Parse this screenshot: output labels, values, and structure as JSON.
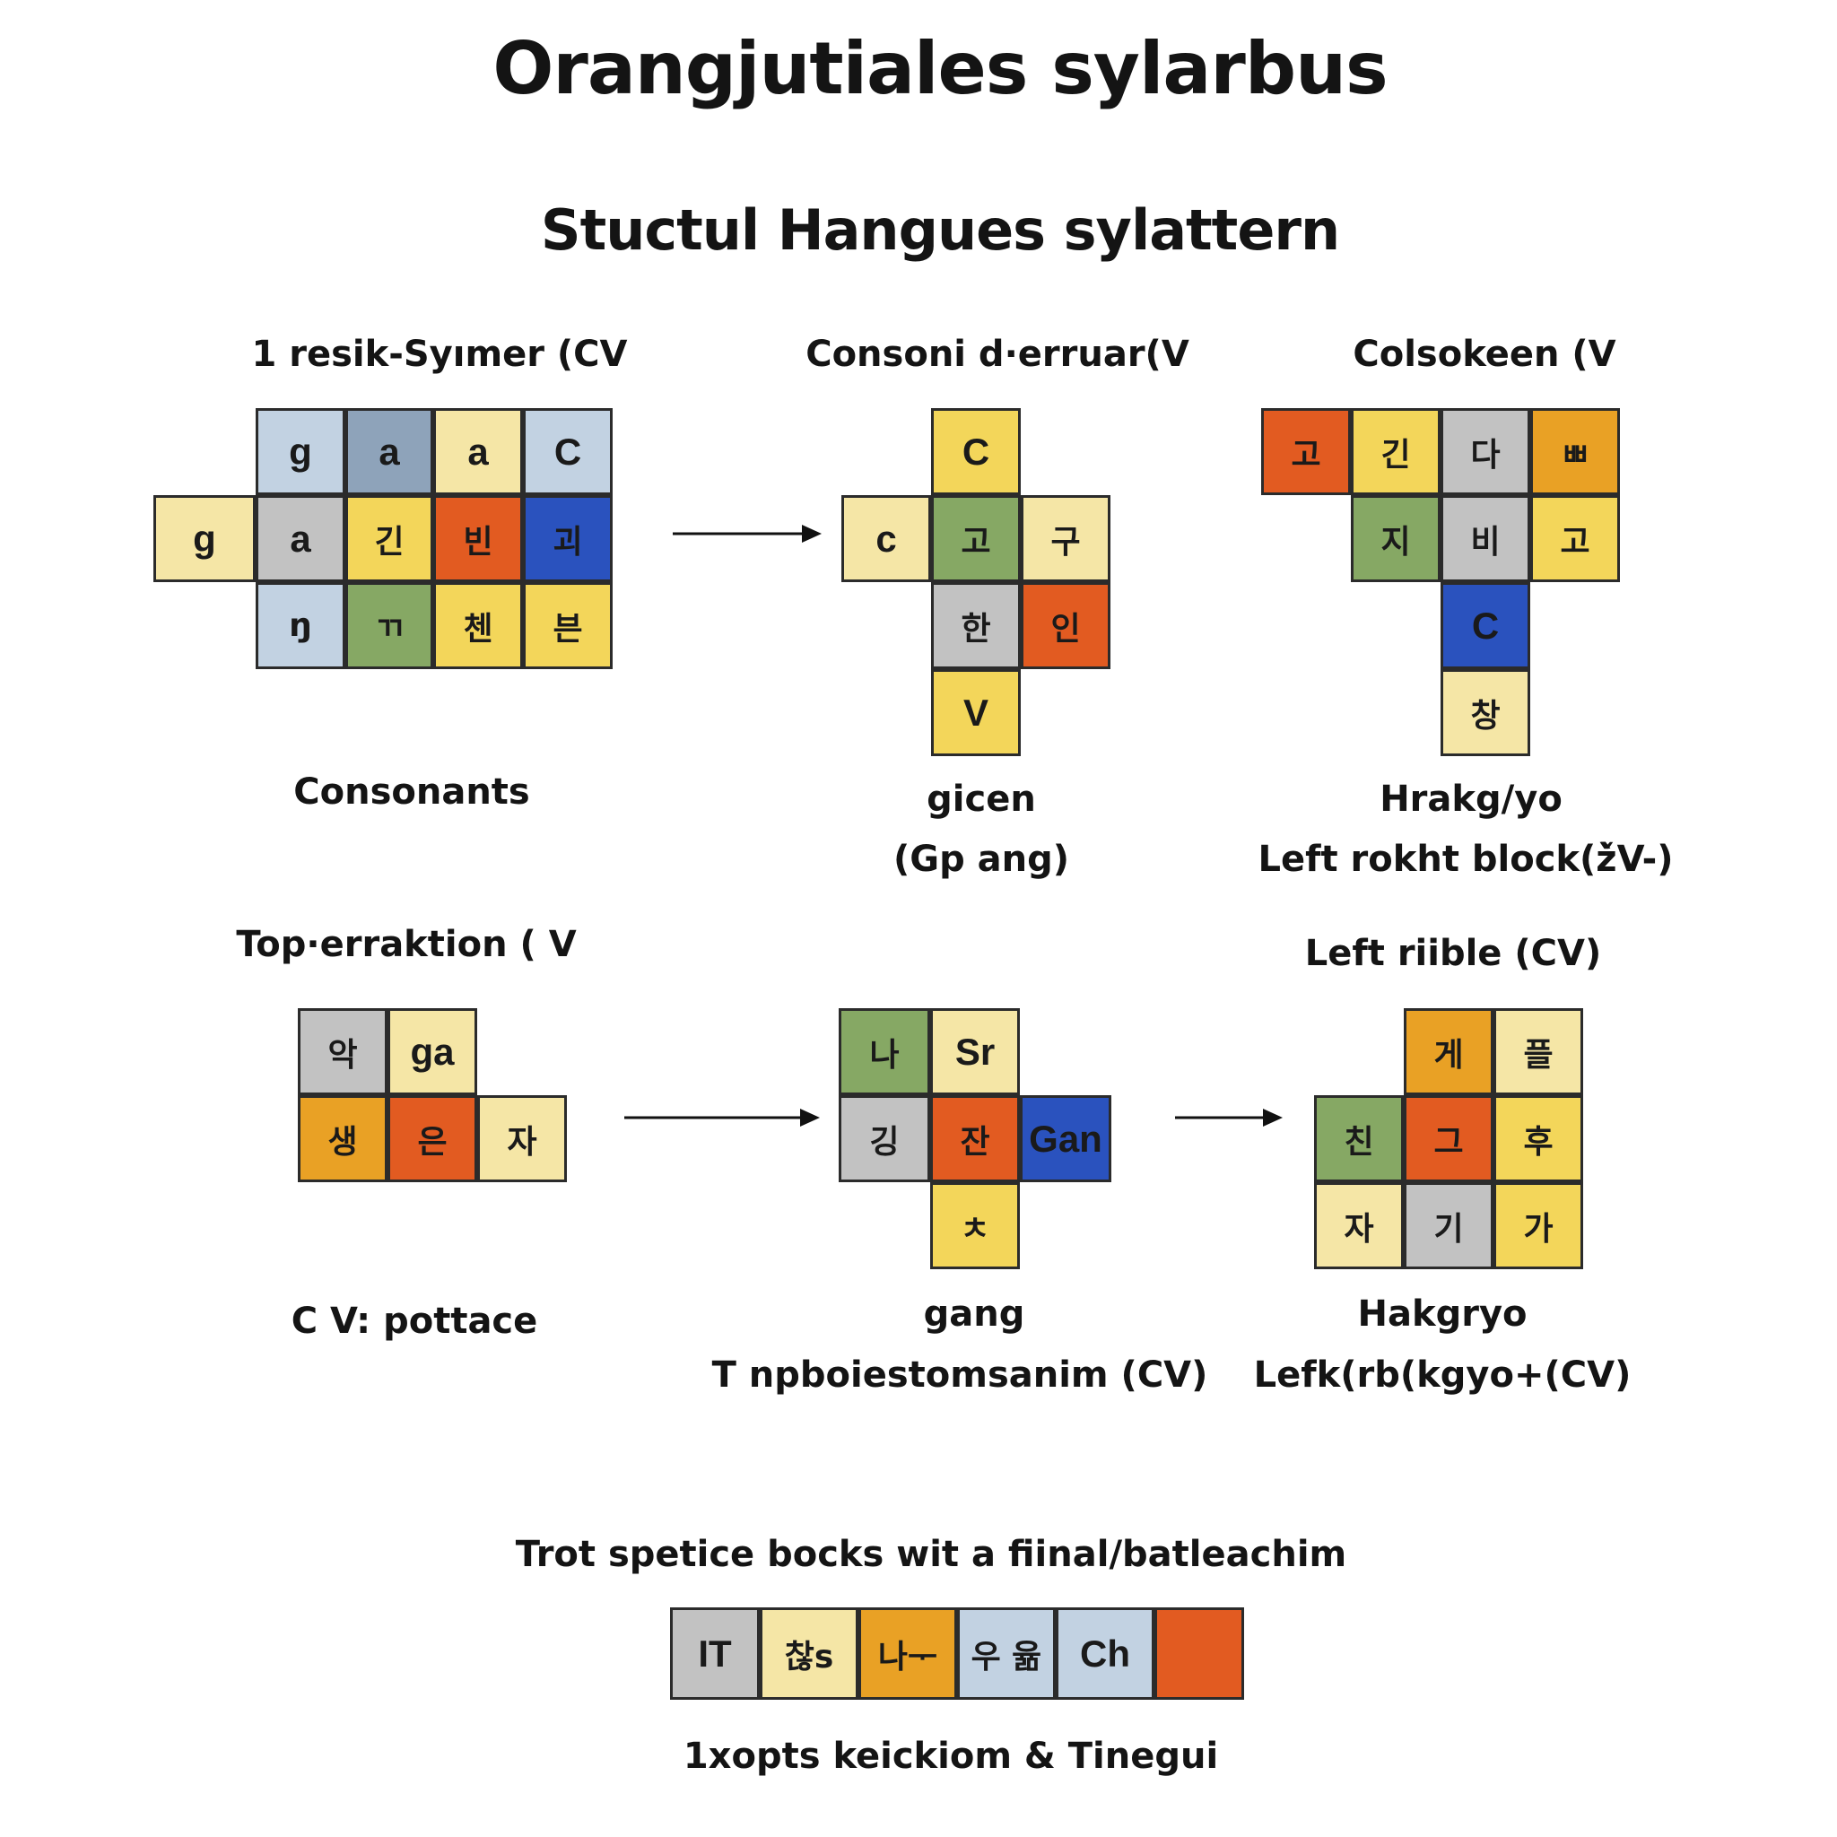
{
  "title": "Orangjutiales sylarbus",
  "subtitle": "Stuctul Hangues sylattern",
  "colors": {
    "ltblue": "#c2d2e2",
    "slate": "#8ea3ba",
    "cream": "#f5e6a6",
    "gray": "#c2c2c2",
    "yellow": "#f3d65a",
    "orange": "#e25b21",
    "blue": "#2a52be",
    "green": "#86a864",
    "amber": "#e9a125"
  },
  "panels": [
    {
      "heading": "1 resik-Syımer (CV",
      "captions": [
        "Consonants"
      ],
      "cells": [
        {
          "text": "g",
          "color": "ltblue"
        },
        {
          "text": "a",
          "color": "slate"
        },
        {
          "text": "a",
          "color": "cream"
        },
        {
          "text": "C",
          "color": "ltblue"
        },
        {
          "text": "g",
          "color": "cream"
        },
        {
          "text": "a",
          "color": "gray"
        },
        {
          "text": "긴",
          "color": "yellow"
        },
        {
          "text": "빈",
          "color": "orange"
        },
        {
          "text": "괴",
          "color": "blue"
        },
        {
          "text": "ŋ",
          "color": "ltblue"
        },
        {
          "text": "ㄲ",
          "color": "green"
        },
        {
          "text": "첸",
          "color": "yellow"
        },
        {
          "text": "븐",
          "color": "yellow"
        }
      ]
    },
    {
      "heading": "Consoni d·erruar(V",
      "captions": [
        "gicen",
        "(Gp ang)"
      ],
      "cells": [
        {
          "text": "C",
          "color": "yellow"
        },
        {
          "text": "c",
          "color": "cream"
        },
        {
          "text": "고",
          "color": "green"
        },
        {
          "text": "구",
          "color": "cream"
        },
        {
          "text": "한",
          "color": "gray"
        },
        {
          "text": "인",
          "color": "orange"
        },
        {
          "text": "V",
          "color": "yellow"
        }
      ]
    },
    {
      "heading": "Colsokeen (V",
      "captions": [
        "Hrakg/yo",
        "Left rokht block(ž̀V-)"
      ],
      "cells": [
        {
          "text": "고",
          "color": "orange"
        },
        {
          "text": "긴",
          "color": "yellow"
        },
        {
          "text": "다",
          "color": "gray"
        },
        {
          "text": "ㅃ",
          "color": "amber"
        },
        {
          "text": "지",
          "color": "green"
        },
        {
          "text": "비",
          "color": "gray"
        },
        {
          "text": "고",
          "color": "yellow"
        },
        {
          "text": "C",
          "color": "blue"
        },
        {
          "text": "창",
          "color": "cream"
        }
      ]
    },
    {
      "heading": "Top·erraktion ( V",
      "captions": [
        "C V: pottace"
      ],
      "cells": [
        {
          "text": "악",
          "color": "gray"
        },
        {
          "text": "ga",
          "color": "cream"
        },
        {
          "text": "생",
          "color": "amber"
        },
        {
          "text": "은",
          "color": "orange"
        },
        {
          "text": "자",
          "color": "cream"
        }
      ]
    },
    {
      "heading": "",
      "captions": [
        "gang",
        "T npboiestomsanim (CV)"
      ],
      "cells": [
        {
          "text": "나",
          "color": "green"
        },
        {
          "text": "Sr",
          "color": "cream"
        },
        {
          "text": "깅",
          "color": "gray"
        },
        {
          "text": "잔",
          "color": "orange"
        },
        {
          "text": "Gan",
          "color": "blue"
        },
        {
          "text": "ㅊ",
          "color": "yellow"
        }
      ]
    },
    {
      "heading": "Left riible (CV)",
      "captions": [
        "Hakgryo",
        "Lefk(rb(kgyo+(CV)"
      ],
      "cells": [
        {
          "text": "게",
          "color": "amber"
        },
        {
          "text": "플",
          "color": "cream"
        },
        {
          "text": "친",
          "color": "green"
        },
        {
          "text": "그",
          "color": "orange"
        },
        {
          "text": "후",
          "color": "yellow"
        },
        {
          "text": "자",
          "color": "cream"
        },
        {
          "text": "기",
          "color": "gray"
        },
        {
          "text": "가",
          "color": "yellow"
        }
      ]
    }
  ],
  "bottom": {
    "heading": "Trot spetice bocks wit a fiinal/batleachim",
    "cells": [
      {
        "text": "IT",
        "color": "gray"
      },
      {
        "text": "찮s",
        "color": "cream"
      },
      {
        "text": "나ᅮ",
        "color": "amber"
      },
      {
        "text": "우 윪",
        "color": "ltblue"
      },
      {
        "text": "Ch",
        "color": "ltblue"
      },
      {
        "text": "",
        "color": "orange"
      }
    ],
    "caption": "1xopts keickiom & Tinegui"
  }
}
